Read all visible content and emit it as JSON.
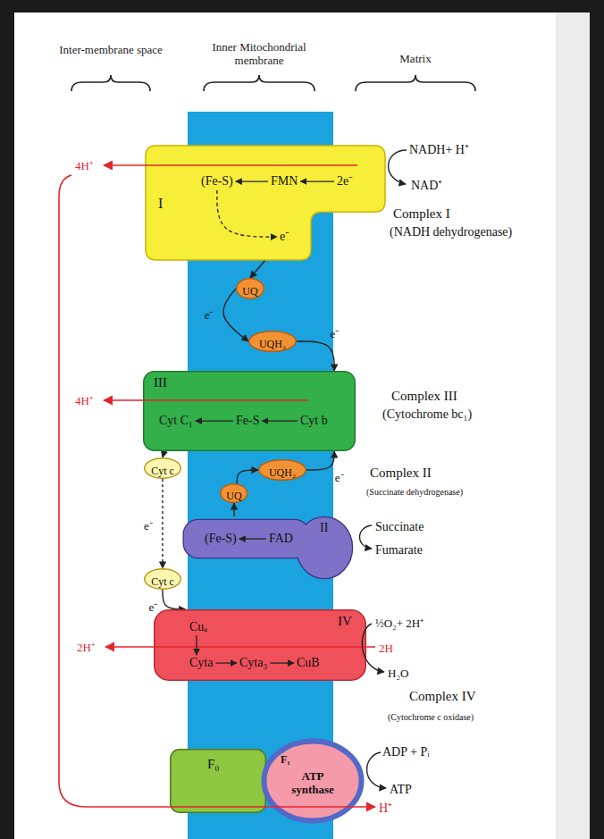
{
  "diagram": {
    "nodes": [
      {
        "text": [
          "I",
          "(Fe-S)",
          "FMN",
          "2e⁻",
          "e⁻"
        ]
      },
      {
        "text": [
          "UQ"
        ]
      },
      {
        "text": [
          "UQH₂"
        ]
      },
      {
        "text": [
          "III",
          "Cyt C₁",
          "Fe-S",
          "Cyt b"
        ]
      },
      {
        "text": [
          "Cyt c"
        ]
      },
      {
        "text": [
          "UQH₂"
        ]
      },
      {
        "text": [
          "UQ"
        ]
      },
      {
        "text": [
          "II",
          "(Fe-S)",
          "FAD"
        ]
      },
      {
        "text": [
          "Cyt c"
        ]
      },
      {
        "text": [
          "IV",
          "Cuₐ",
          "Cyta",
          "Cyta₃",
          "CuB"
        ]
      },
      {
        "text": [
          "F₀"
        ]
      },
      {
        "text": [
          "F₁",
          "ATP synthase"
        ]
      }
    ],
    "edges": [
      {
        "from": 0,
        "to": 1,
        "arrow": "to"
      },
      {
        "from": 1,
        "to": 2,
        "label": "e⁻",
        "arrow": "to"
      },
      {
        "from": 2,
        "to": 3,
        "label": "e⁻",
        "arrow": "to"
      },
      {
        "from": 3,
        "to": 4,
        "arrow": "to"
      },
      {
        "from": 5,
        "to": 3,
        "label": "e⁻",
        "arrow": "to"
      },
      {
        "from": 6,
        "to": 5,
        "arrow": "to"
      },
      {
        "from": 7,
        "to": 6,
        "arrow": "to"
      },
      {
        "from": 4,
        "to": 8,
        "label": "e⁻",
        "arrow": "to"
      },
      {
        "from": 8,
        "to": 9,
        "label": "e⁻",
        "arrow": "to"
      }
    ],
    "labels": [
      "Inter-membrane space",
      "Inner Mitochondrial membrane",
      "Matrix",
      "4H⁺",
      "NADH+ H⁺",
      "NAD⁺",
      "Complex I",
      "(NADH dehydrogenase)",
      "4H⁺",
      "Complex III",
      "(Cytochrome bc₁)",
      "Complex II",
      "(Succinate dehydrogenase)",
      "Succinate",
      "Fumarate",
      "2H⁺",
      "½O₂+ 2H⁺",
      "2H",
      "H₂O",
      "Complex IV",
      "(Cytochrome c oxidase)",
      "ADP + Pᵢ",
      "ATP",
      "H⁺"
    ]
  }
}
